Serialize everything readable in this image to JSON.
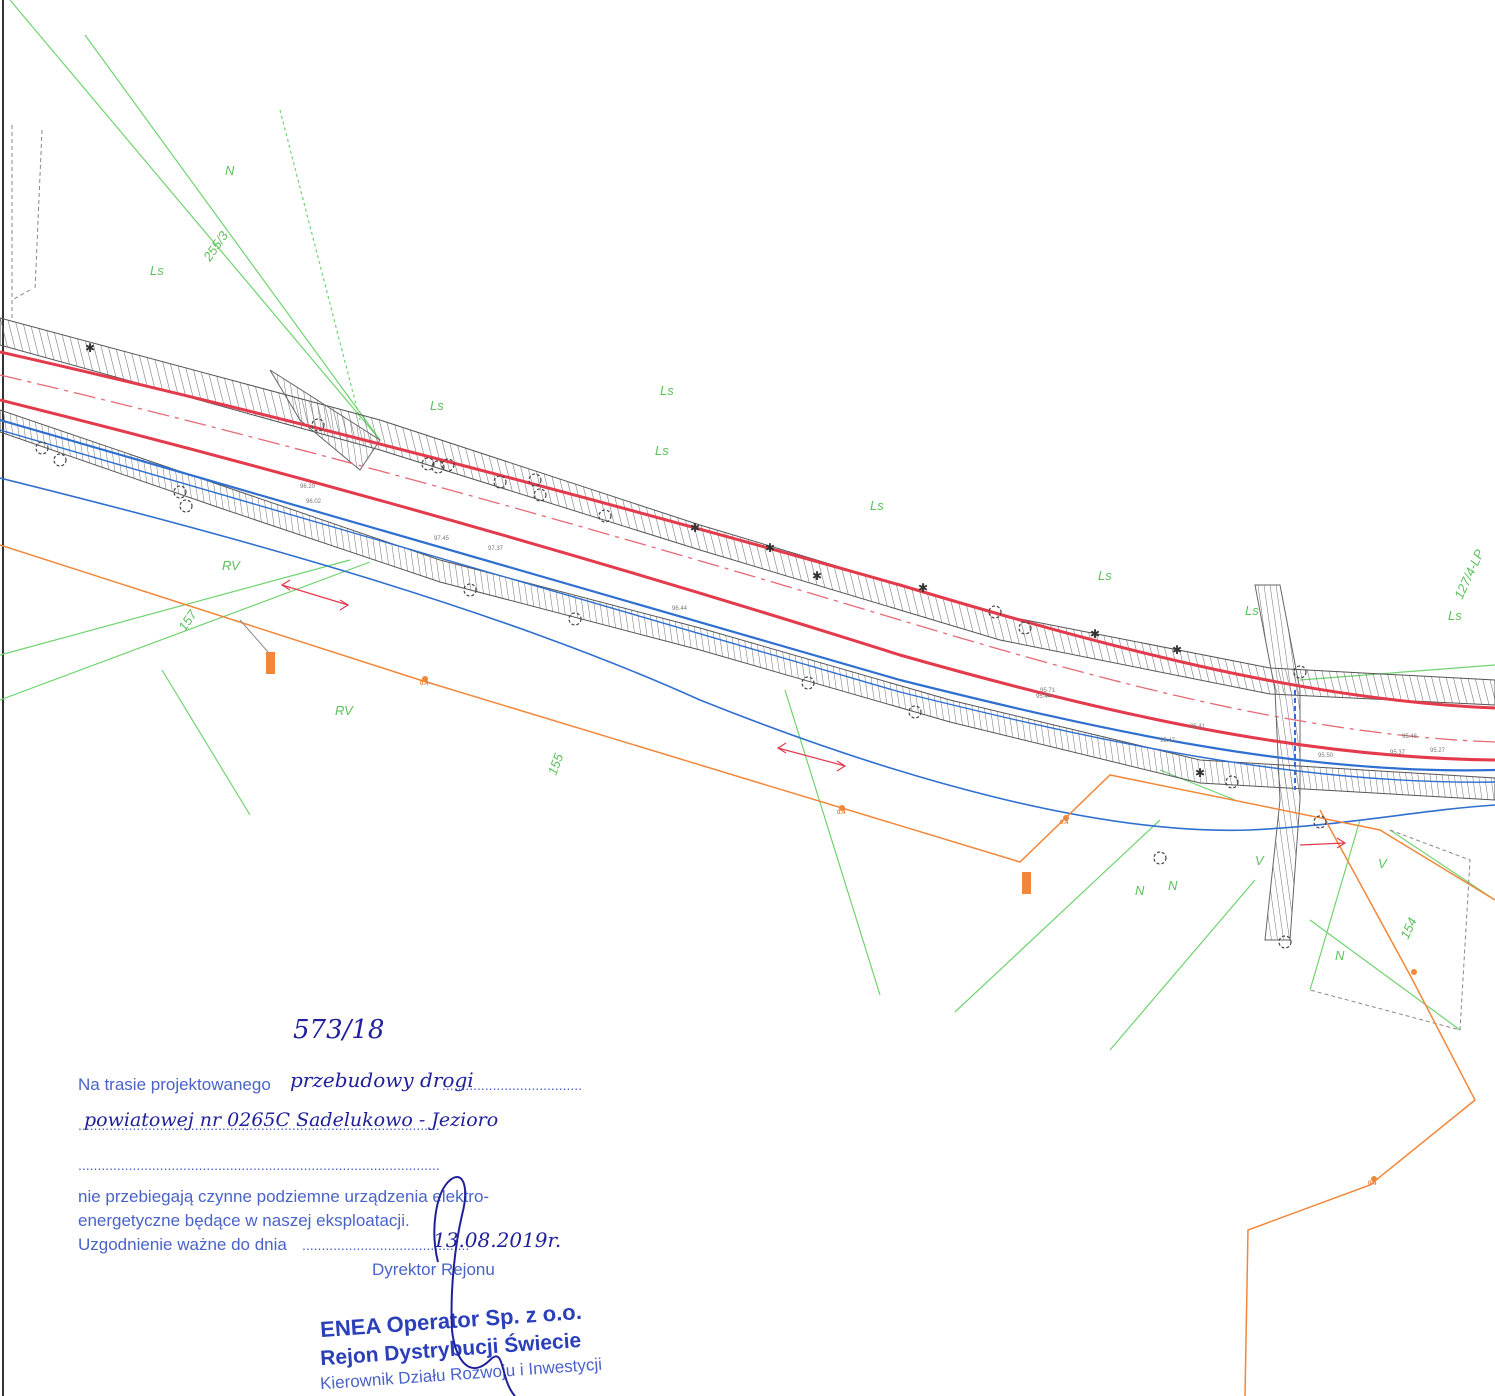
{
  "colors": {
    "background": "#ffffff",
    "road_edge_red": "#e33a4c",
    "water_blue": "#2f6fd0",
    "parcel_green": "#6fd36f",
    "utility_orange": "#f2873a",
    "terrain_grey": "#777777",
    "stamp_blue": "#3f55c4",
    "handwriting_ink": "#20209a"
  },
  "map": {
    "land_labels": [
      "Ls",
      "Ls",
      "Ls",
      "Ls",
      "Ls",
      "Ls",
      "Ls",
      "Ls",
      "RV",
      "RV",
      "N",
      "N",
      "N",
      "N",
      "V",
      "V"
    ],
    "parcel_numbers": [
      "255/3",
      "157",
      "155",
      "154",
      "127/4-LP"
    ],
    "road_levels": [
      "96.20",
      "96.02",
      "97.37",
      "97.45",
      "96.44",
      "95.44",
      "95.71",
      "95.47",
      "95.41",
      "95.50",
      "95.46",
      "95.37",
      "95.27"
    ],
    "utility_marks": [
      "0.4",
      "0.4",
      "0.4",
      "0.4"
    ]
  },
  "annotation": {
    "reference_number": "573/18",
    "stamp_line1_printed": "Na trasie projektowanego",
    "stamp_line1_handwritten": "przebudowy drogi",
    "stamp_line2_handwritten": "powiatowej nr 0265C Sadelukowo - Jezioro",
    "stamp_text_line1": "nie przebiegają czynne podziemne urządzenia elektro-",
    "stamp_text_line2": "energetyczne będące w naszej eksploatacji.",
    "stamp_valid_label": "Uzgodnienie ważne do dnia",
    "stamp_valid_date": "13.08.2019r.",
    "stamp_role": "Dyrektor Rejonu",
    "stamp_company": "ENEA Operator Sp. z o.o.",
    "stamp_region": "Rejon Dystrybucji Świecie",
    "stamp_department": "Kierownik Działu Rozwoju i Inwestycji"
  }
}
